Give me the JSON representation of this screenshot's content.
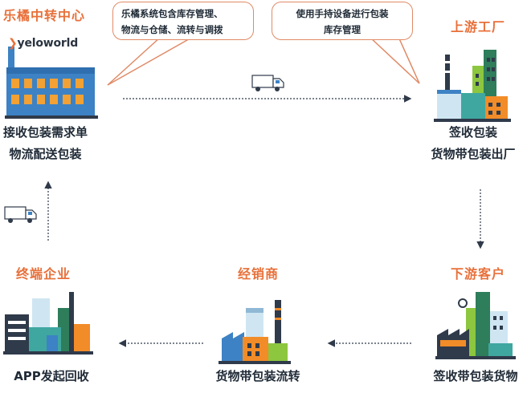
{
  "colors": {
    "accent": "#e8703a",
    "text": "#1f2a36",
    "bubble_border": "#e08a66",
    "navy": "#2f3a4a",
    "blue": "#3d82c4",
    "green": "#8dc63f",
    "dark_green": "#2e7d5b",
    "teal": "#3fa7a0",
    "orange": "#f28c28",
    "light_blue": "#cfe6f2"
  },
  "nodes": {
    "center": {
      "title": "乐橘中转中心",
      "brand": "yeloworld",
      "desc": [
        "接收包装需求单",
        "物流配送包装"
      ]
    },
    "upstream": {
      "title": "上游工厂",
      "desc": [
        "签收包装",
        "货物带包装出厂"
      ]
    },
    "downstream": {
      "title": "下游客户",
      "desc": [
        "签收带包装货物"
      ]
    },
    "distributor": {
      "title": "经销商",
      "desc": [
        "货物带包装流转"
      ]
    },
    "terminal": {
      "title": "终端企业",
      "desc": [
        "APP发起回收"
      ]
    }
  },
  "bubbles": {
    "system": [
      "乐橘系统包含库存管理、",
      "物流与仓储、流转与调拨"
    ],
    "handheld": [
      "使用手持设备进行包装",
      "库存管理"
    ]
  },
  "icons": [
    "truck-icon",
    "truck-icon",
    "building-icon",
    "factory-icon",
    "factory-icon",
    "factory-icon",
    "factory-icon"
  ]
}
